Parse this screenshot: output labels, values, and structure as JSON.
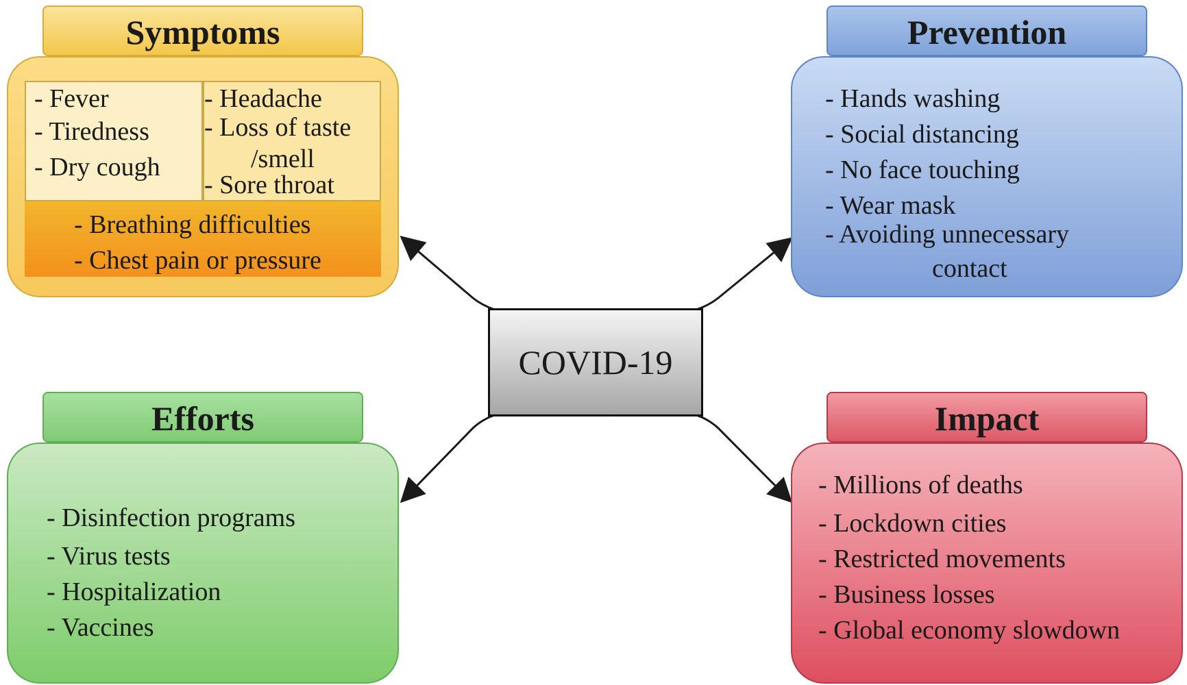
{
  "center": {
    "label": "COVID-19"
  },
  "symptoms": {
    "title": "Symptoms",
    "left": [
      "- Fever",
      "- Tiredness",
      "- Dry cough"
    ],
    "right": [
      "- Headache",
      "- Loss of taste",
      "/smell",
      "- Sore throat"
    ],
    "severe": [
      "- Breathing difficulties",
      "- Chest pain or pressure"
    ]
  },
  "prevention": {
    "title": "Prevention",
    "items": [
      "- Hands washing",
      "- Social distancing",
      "- No face touching",
      "- Wear mask",
      "- Avoiding unnecessary",
      "contact"
    ]
  },
  "efforts": {
    "title": "Efforts",
    "items": [
      "- Disinfection programs",
      "- Virus tests",
      "- Hospitalization",
      "- Vaccines"
    ]
  },
  "impact": {
    "title": "Impact",
    "items": [
      "- Millions of deaths",
      "- Lockdown cities",
      "- Restricted movements",
      "- Business losses",
      "- Global economy slowdown"
    ]
  },
  "colors": {
    "symptoms": "#f6c95c",
    "prevention": "#7f9fd8",
    "efforts": "#7ecc6b",
    "impact": "#de4f60",
    "center": "#c0c0c0"
  }
}
